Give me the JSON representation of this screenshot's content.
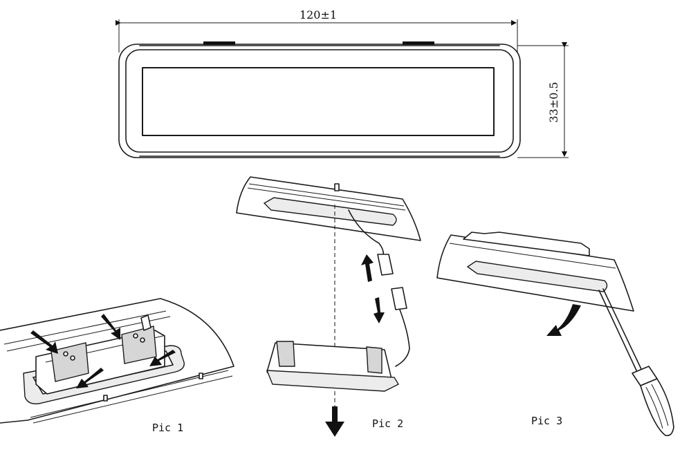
{
  "dimensions": {
    "width_label": "120±1",
    "height_label": "33±0.5"
  },
  "steps": [
    {
      "label": "Pic 1"
    },
    {
      "label": "Pic 2"
    },
    {
      "label": "Pic 3"
    }
  ]
}
